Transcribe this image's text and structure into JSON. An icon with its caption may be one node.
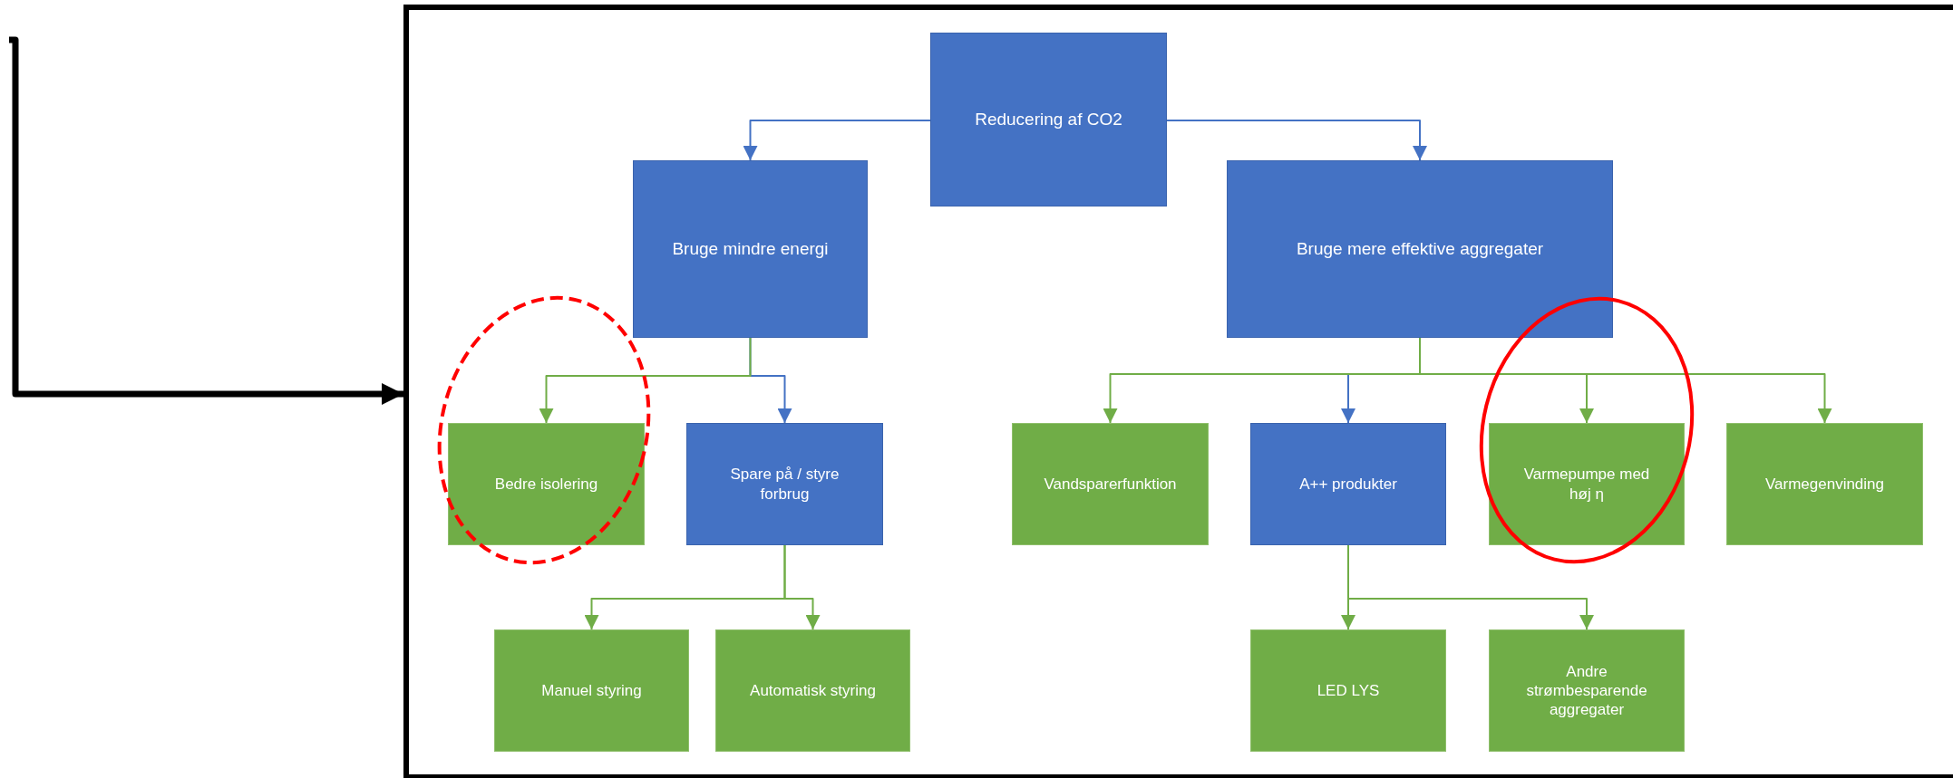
{
  "diagram": {
    "nodes": [
      {
        "text": [],
        "shape": "box"
      },
      {
        "text": [
          "Reducering af CO2"
        ],
        "in": 0
      },
      {
        "text": [
          "Bruge mindre energi"
        ],
        "in": 0
      },
      {
        "text": [
          "Bruge mere effektive aggregater"
        ],
        "in": 0
      },
      {
        "text": [
          "Bedre isolering"
        ],
        "in": 0
      },
      {
        "text": [
          "Spare på / styre forbrug"
        ],
        "in": 0
      },
      {
        "text": [
          "Vandsparerfunktion"
        ],
        "in": 0
      },
      {
        "text": [
          "A++ produkter"
        ],
        "in": 0
      },
      {
        "text": [
          "Varmepumpe med høj η"
        ],
        "in": 0
      },
      {
        "text": [
          "Varmegenvinding"
        ],
        "in": 0
      },
      {
        "text": [
          "Manuel styring"
        ],
        "in": 0
      },
      {
        "text": [
          "Automatisk styring"
        ],
        "in": 0
      },
      {
        "text": [
          "LED LYS"
        ],
        "in": 0
      },
      {
        "text": [
          "Andre strømbesparende aggregater"
        ],
        "in": 0
      }
    ],
    "edges": [
      {
        "from": null,
        "to": 0,
        "arrow": "to",
        "style": "thick",
        "color": "#000000"
      },
      {
        "from": 1,
        "to": 2,
        "arrow": "to",
        "color": "#4472c4"
      },
      {
        "from": 1,
        "to": 3,
        "arrow": "to",
        "color": "#4472c4"
      },
      {
        "from": 2,
        "to": 4,
        "arrow": "to"
      },
      {
        "from": 2,
        "to": 5,
        "arrow": "to",
        "color": "#4472c4"
      },
      {
        "from": 3,
        "to": 6,
        "arrow": "to"
      },
      {
        "from": 3,
        "to": 7,
        "arrow": "to",
        "color": "#4472c4"
      },
      {
        "from": 3,
        "to": 8,
        "arrow": "to"
      },
      {
        "from": 3,
        "to": 9,
        "arrow": "to"
      },
      {
        "from": 5,
        "to": 10,
        "arrow": "to"
      },
      {
        "from": 5,
        "to": 11,
        "arrow": "to"
      },
      {
        "from": 7,
        "to": 12,
        "arrow": "to"
      },
      {
        "from": 7,
        "to": 13,
        "arrow": "to"
      }
    ]
  }
}
